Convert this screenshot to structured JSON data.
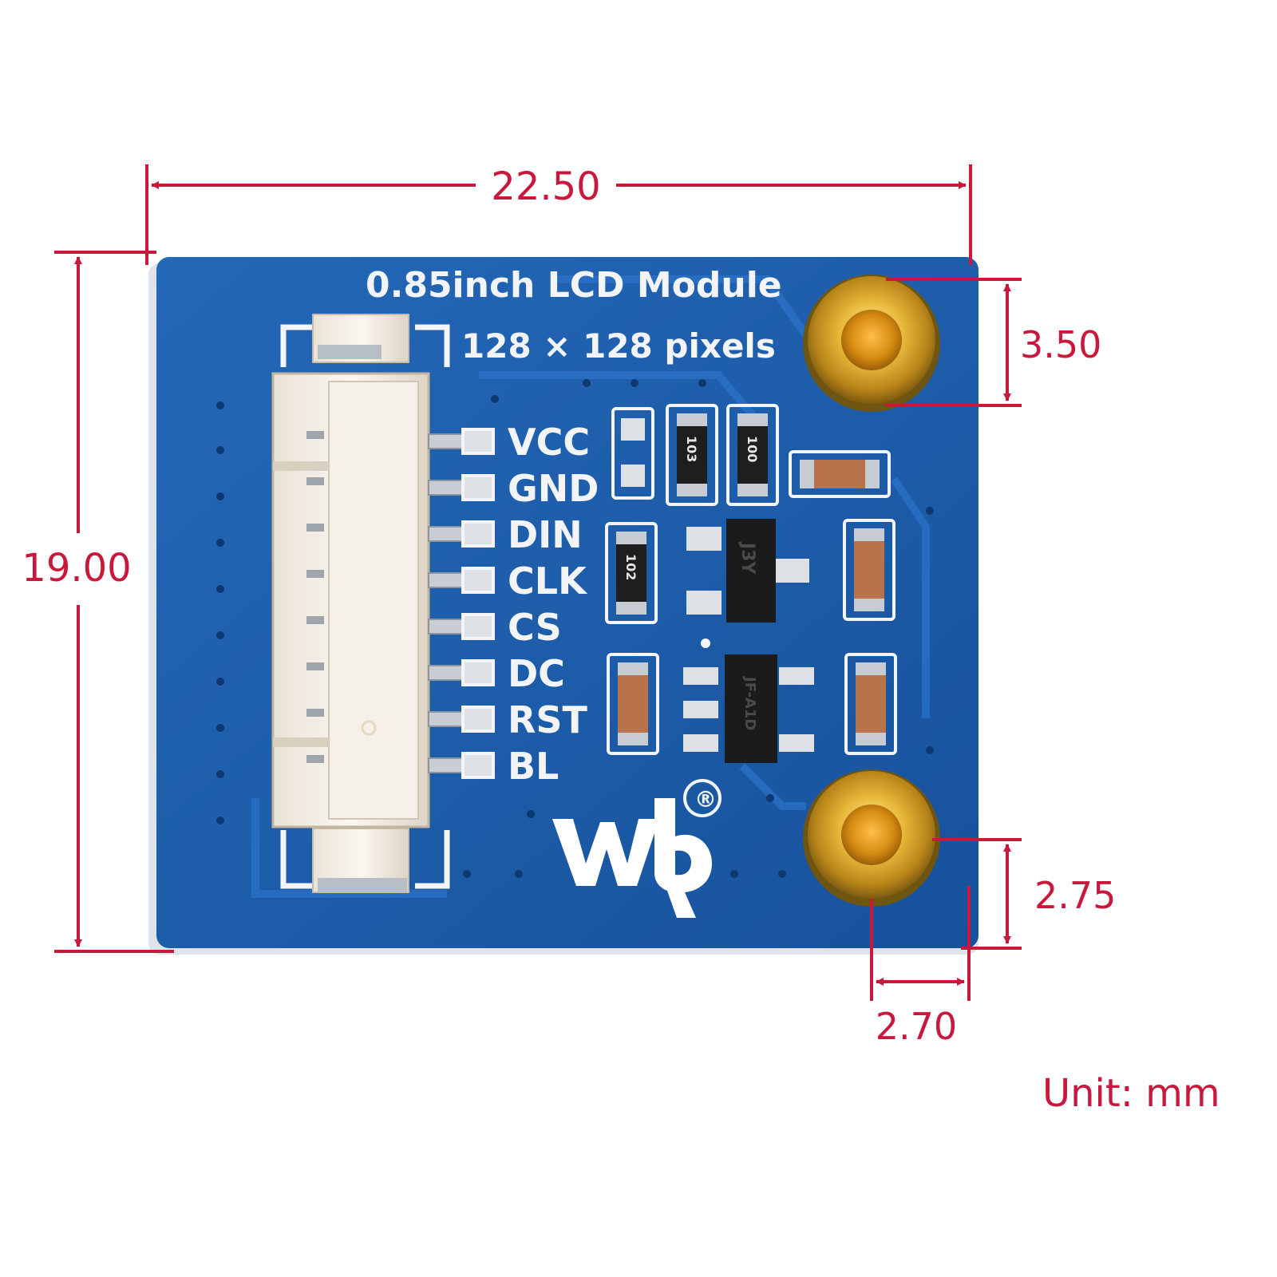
{
  "board": {
    "title": "0.85inch LCD Module",
    "resolution": "128 × 128 pixels",
    "pins": [
      "VCC",
      "GND",
      "DIN",
      "CLK",
      "CS",
      "DC",
      "RST",
      "BL"
    ],
    "resistor_codes": [
      "103",
      "100",
      "102"
    ],
    "ic_marks": [
      "J3Y",
      "JF-A1D"
    ],
    "logo": "waveshare-logo",
    "registered_mark": "®",
    "pcb_color": "#1c5eae",
    "silk_color": "#f2f4f7"
  },
  "dimensions": {
    "width": "22.50",
    "height": "19.00",
    "hole_top_offset": "3.50",
    "hole_bottom_offset": "2.75",
    "hole_right_offset": "2.70",
    "unit_label": "Unit: mm",
    "color": "#c8193c"
  }
}
